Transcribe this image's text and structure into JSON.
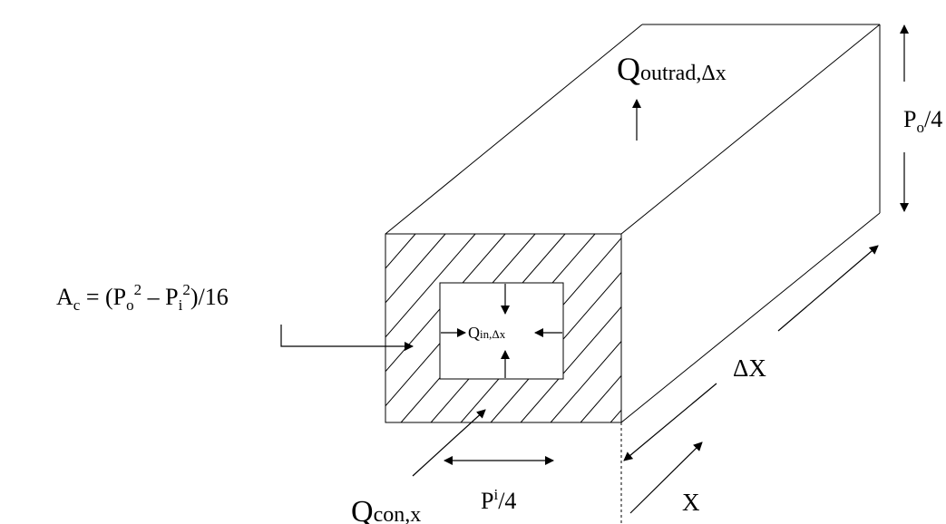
{
  "labels": {
    "q_outrad": {
      "main": "Q",
      "sub": "outrad,Δx"
    },
    "po_4": {
      "main": "P",
      "sub": "o",
      "rest": "/4"
    },
    "ac": {
      "a": "A",
      "a_sub": "c",
      "eq": " = (P",
      "po_sub": "o",
      "sq1": "2",
      "minus": " – P",
      "pi_sub": "i",
      "sq2": "2",
      "end": ")/16"
    },
    "q_in": {
      "main": "Q",
      "sub": "in,Δx"
    },
    "delta_x": "ΔX",
    "q_con": {
      "main": "Q",
      "sub": "con,x"
    },
    "pi_4": {
      "main": "P",
      "sub": "i",
      "rest": "/4"
    },
    "x": "X"
  }
}
